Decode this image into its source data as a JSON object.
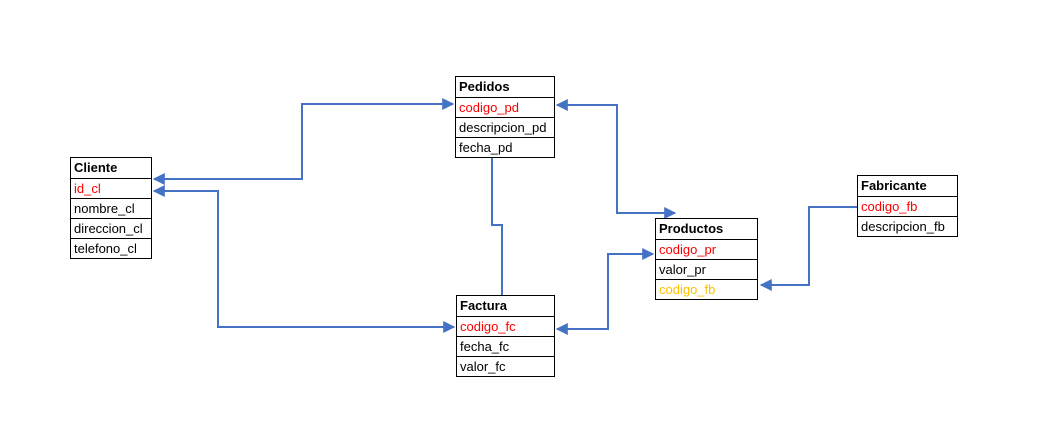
{
  "diagram": {
    "type": "entity-relationship",
    "colors": {
      "connector_blue": "#4472C4",
      "key_red": "#FF0000",
      "foreign_key_gold": "#FFC000",
      "table_border": "#000000",
      "background": "#FFFFFF"
    }
  },
  "tables": {
    "pedidos": {
      "title": "Pedidos",
      "fields": [
        {
          "name": "codigo_pd"
        },
        {
          "name": "descripcion_pd"
        },
        {
          "name": "fecha_pd"
        }
      ]
    },
    "cliente": {
      "title": "Cliente",
      "fields": [
        {
          "name": "id_cl"
        },
        {
          "name": "nombre_cl"
        },
        {
          "name": "direccion_cl"
        },
        {
          "name": "telefono_cl"
        }
      ]
    },
    "productos": {
      "title": "Productos",
      "fields": [
        {
          "name": "codigo_pr"
        },
        {
          "name": "valor_pr"
        },
        {
          "name": "codigo_fb"
        }
      ]
    },
    "fabricante": {
      "title": "Fabricante",
      "fields": [
        {
          "name": "codigo_fb"
        },
        {
          "name": "descripcion_fb"
        }
      ]
    },
    "factura": {
      "title": "Factura",
      "fields": [
        {
          "name": "codigo_fc"
        },
        {
          "name": "fecha_fc"
        },
        {
          "name": "valor_fc"
        }
      ]
    }
  },
  "relations": [
    {
      "from": "Cliente.id_cl",
      "to": "Pedidos.codigo_pd",
      "arrowheads": "both"
    },
    {
      "from": "Cliente.id_cl",
      "to": "Factura.codigo_fc",
      "arrowheads": "both"
    },
    {
      "from": "Pedidos.codigo_pd",
      "to": "Productos",
      "arrowheads": "both"
    },
    {
      "from": "Factura.codigo_fc",
      "to": "Productos.codigo_pr",
      "arrowheads": "both"
    },
    {
      "from": "Fabricante.codigo_fb",
      "to": "Productos.codigo_fb",
      "arrowheads": "end"
    },
    {
      "from": "Pedidos.fecha_pd",
      "to": "Factura",
      "arrowheads": "none"
    }
  ]
}
